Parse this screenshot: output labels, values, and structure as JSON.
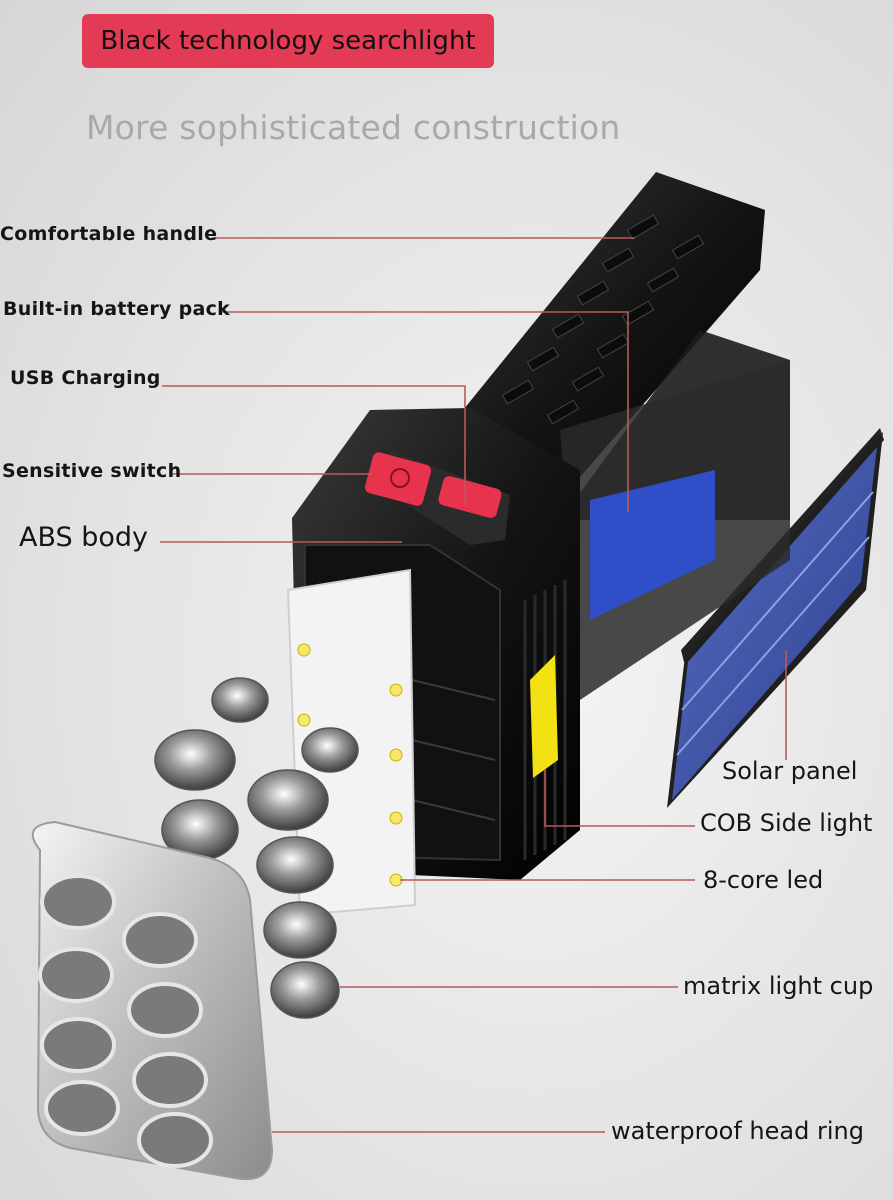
{
  "header": {
    "badge_text": "Black technology searchlight",
    "subtitle": "More sophisticated construction"
  },
  "labels": {
    "handle": "Comfortable handle",
    "battery": "Built-in battery pack",
    "usb": "USB Charging",
    "switch": "Sensitive switch",
    "body": "ABS body",
    "solar": "Solar panel",
    "cob": "COB Side light",
    "led": "8-core led",
    "cup": "matrix light cup",
    "ring": "waterproof head ring"
  },
  "colors": {
    "badge": "#e33b55",
    "leader_line": "#b85a5a",
    "body": "#1a1a1a",
    "switch": "#e8334f",
    "solar": "#3b52a8",
    "cob": "#f2e214"
  }
}
